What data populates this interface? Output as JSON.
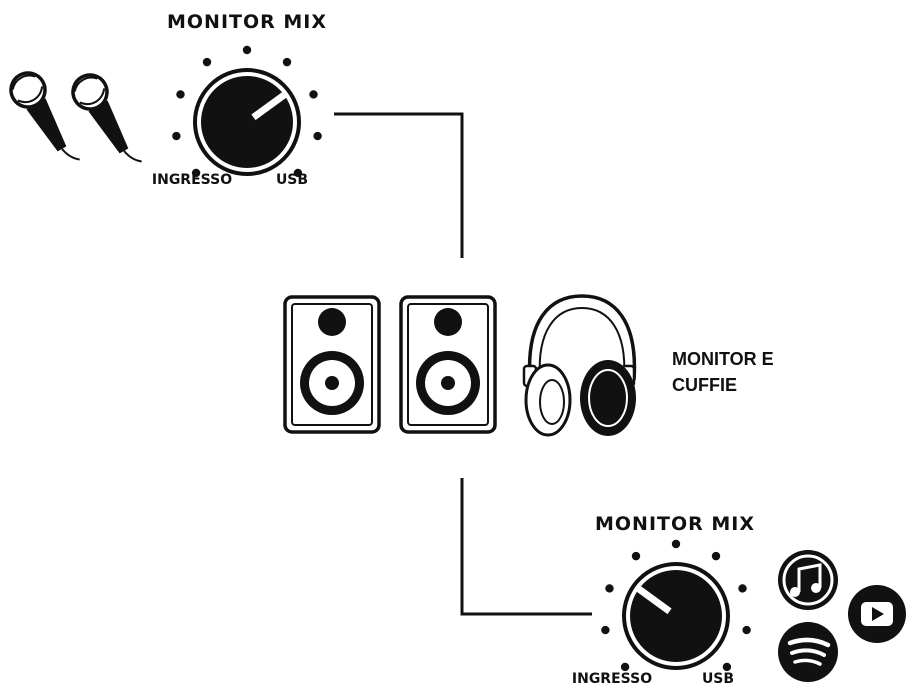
{
  "top_knob": {
    "title": "MONITOR MIX",
    "left_label": "INGRESSO",
    "right_label": "USB",
    "mix_position": 0.7
  },
  "bottom_knob": {
    "title": "MONITOR MIX",
    "left_label": "INGRESSO",
    "right_label": "USB",
    "mix_position": 0.3
  },
  "outputs": {
    "label_line1": "MONITOR E",
    "label_line2": "CUFFIE"
  },
  "inputs": {
    "top_source_icon": "microphone-icon",
    "bottom_source_icons": [
      "music-note-icon",
      "youtube-icon",
      "spotify-icon"
    ]
  },
  "colors": {
    "ink": "#111111",
    "background": "#ffffff"
  }
}
